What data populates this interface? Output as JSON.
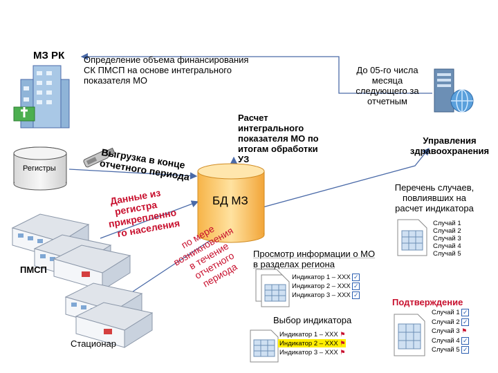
{
  "nodes": {
    "mz_rk": "МЗ РК",
    "registers": "Регистры",
    "pmsp": "ПМСП",
    "stationary": "Стационар",
    "db": "БД МЗ",
    "health_mgmt": "Управления\nздравоохранения"
  },
  "labels": {
    "financing": "Определение объема финансирования\nСК ПМСП на основе интегрального\nпоказателя МО",
    "deadline": "До 05-го числа\nмесяца\nследующего за\nотчетным",
    "calc": "Расчет\nинтегрального\nпоказателя МО по\nитогам обработки\nУЗ",
    "upload_lines": [
      "Выгрузка в конце",
      "отчетного периода"
    ],
    "register_data_lines": [
      "Данные из",
      "регистра",
      "прикрепленно",
      "го населения"
    ],
    "cases_flow_lines": [
      "по мере",
      "возникновения",
      "в течение",
      "отчетного",
      "периода"
    ],
    "case_list_title": "Перечень случаев,\nповлиявших на\nрасчет индикатора",
    "view_info": "Просмотр информации о МО\nв разделах региона",
    "select_indicator": "Выбор индикатора",
    "confirmation": "Подтверждение"
  },
  "lists": {
    "cases_top": [
      "Случай 1",
      "Случай 2",
      "Случай 3",
      "Случай 4",
      "Случай 5"
    ],
    "indicators_view": [
      "Индикатор 1 – ХХХ",
      "Индикатор 2 – ХХХ",
      "Индикатор 3 – ХХХ"
    ],
    "indicators_select": [
      "Индикатор 1 – ХХХ",
      "Индикатор 2 – ХХХ",
      "Индикатор 3 – ХХХ"
    ],
    "cases_confirm": [
      "Случай 1",
      "Случай 2",
      "Случай 3",
      "Случай 4",
      "Случай 5"
    ]
  },
  "colors": {
    "arrow": "#4a6aa8",
    "cylinder": "#ffd27a",
    "highlight": "#ffee00",
    "accent_red": "#c8102e",
    "check": "#2a5db0"
  }
}
